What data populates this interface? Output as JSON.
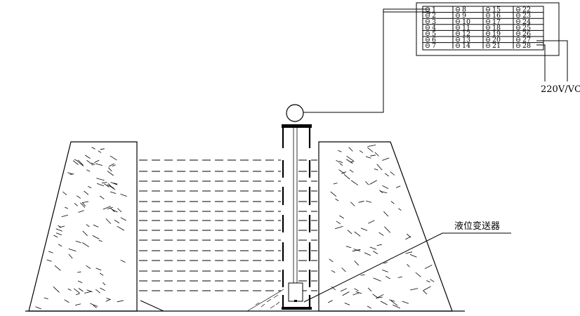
{
  "terminal_block": {
    "columns": [
      [
        "1",
        "2",
        "3",
        "4",
        "5",
        "6",
        "7"
      ],
      [
        "8",
        "9",
        "10",
        "11",
        "12",
        "13",
        "14"
      ],
      [
        "15",
        "16",
        "17",
        "18",
        "19",
        "20",
        "21"
      ],
      [
        "22",
        "23",
        "24",
        "25",
        "26",
        "27",
        "28"
      ]
    ]
  },
  "power_label": "220V/VC",
  "transmitter_label": "液位变送器"
}
